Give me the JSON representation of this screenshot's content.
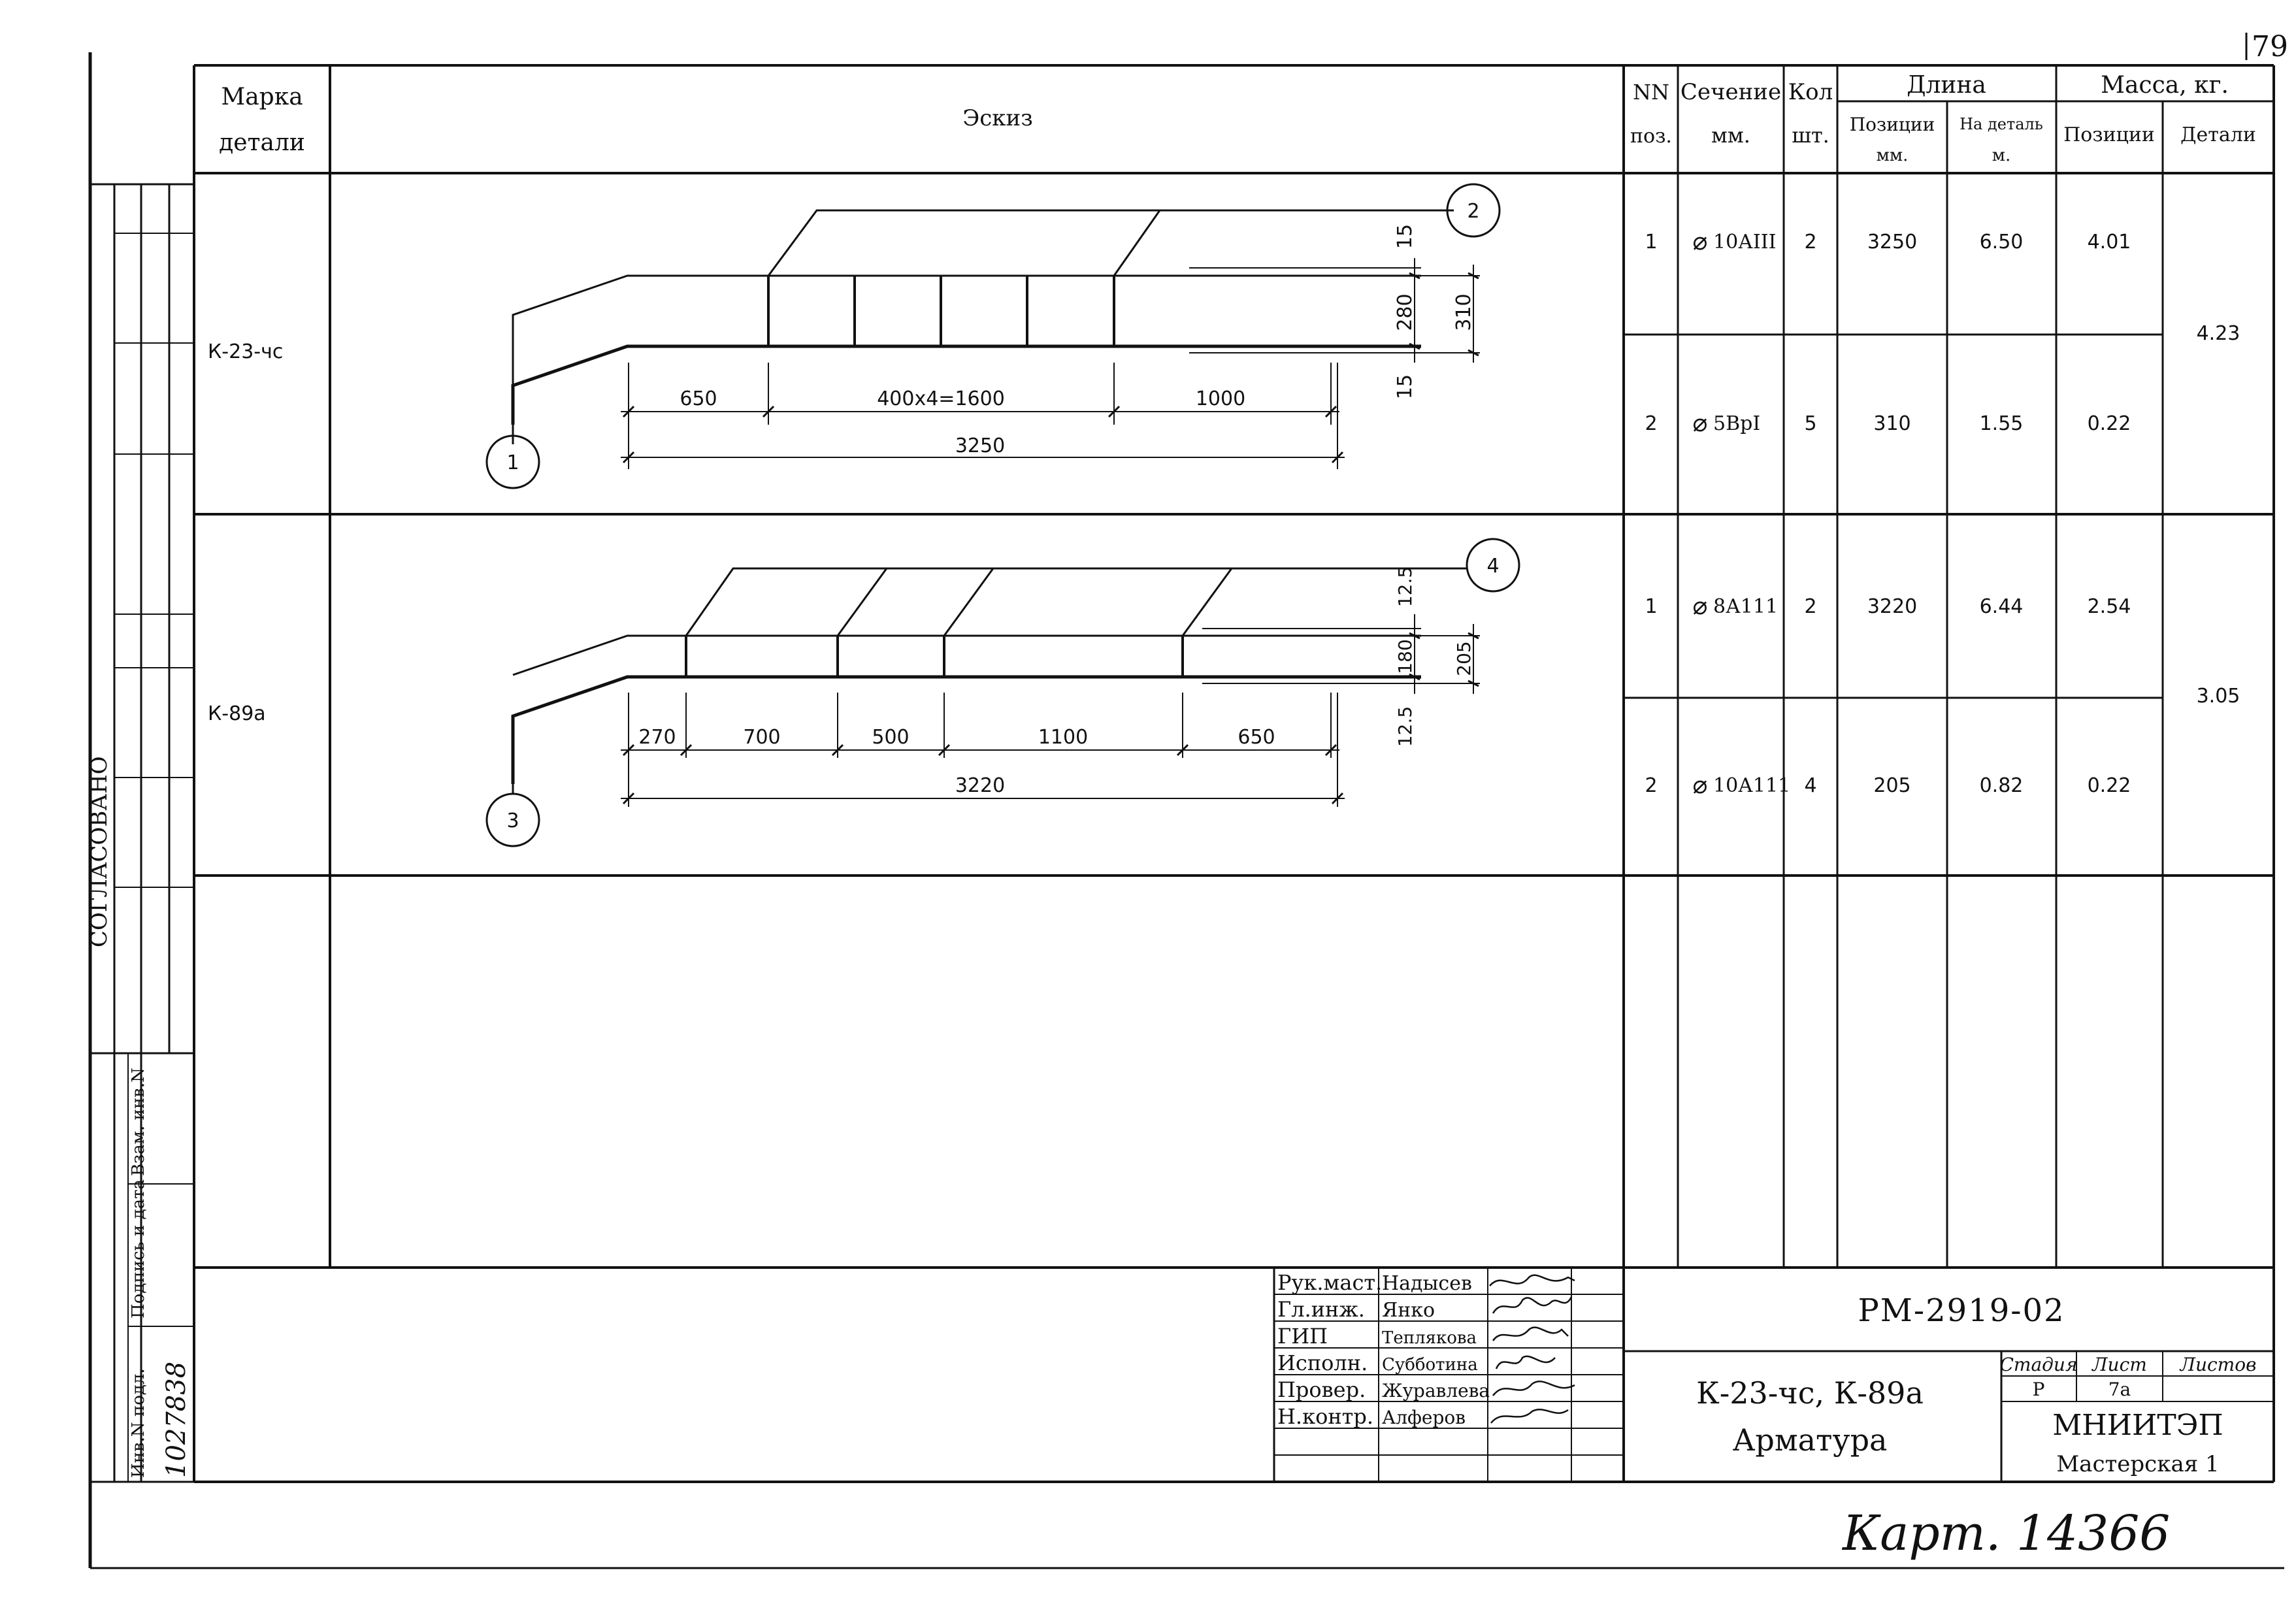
{
  "sheet_number": "79",
  "side_stamp": {
    "agreed": "СОГЛАСОВАНО",
    "replace_inv": "Взам. инв.N",
    "sign_date": "Подпись и дата",
    "inv_orig": "Инв.N подл.",
    "inv_number": "1027838"
  },
  "spec": {
    "headers": {
      "mark": [
        "Марка",
        "детали"
      ],
      "sketch": "Эскиз",
      "pos_no": [
        "NN",
        "поз."
      ],
      "section": [
        "Сечение",
        "мм."
      ],
      "qty": [
        "Кол",
        "шт."
      ],
      "length": "Длина",
      "length_pos": [
        "Позиции",
        "мм."
      ],
      "length_part": [
        "На деталь",
        "м."
      ],
      "mass": "Масса, кг.",
      "mass_pos": "Позиции",
      "mass_part": "Детали"
    },
    "details": [
      {
        "mark": "К-23-чс",
        "part_mass": "4.23",
        "rows": [
          {
            "pos": "1",
            "section": "10АIII",
            "qty": "2",
            "len_pos": "3250",
            "len_part": "6.50",
            "mass_pos": "4.01"
          },
          {
            "pos": "2",
            "section": "5ВрI",
            "qty": "5",
            "len_pos": "310",
            "len_part": "1.55",
            "mass_pos": "0.22"
          }
        ],
        "sketch": {
          "pos_markers": [
            "1",
            "2"
          ],
          "dims": [
            "650",
            "400x4=1600",
            "1000",
            "3250"
          ],
          "vdims": [
            "15",
            "280",
            "15",
            "310"
          ]
        }
      },
      {
        "mark": "К-89а",
        "part_mass": "3.05",
        "rows": [
          {
            "pos": "1",
            "section": "8А111",
            "qty": "2",
            "len_pos": "3220",
            "len_part": "6.44",
            "mass_pos": "2.54"
          },
          {
            "pos": "2",
            "section": "10А111",
            "qty": "4",
            "len_pos": "205",
            "len_part": "0.82",
            "mass_pos": "0.22"
          }
        ],
        "sketch": {
          "pos_markers": [
            "3",
            "4"
          ],
          "dims": [
            "270",
            "700",
            "500",
            "1100",
            "650",
            "3220"
          ],
          "vdims": [
            "12.5",
            "180",
            "12.5",
            "205"
          ]
        }
      }
    ]
  },
  "title_block": {
    "signatures": [
      {
        "role": "Рук.маст.",
        "name": "Надысев"
      },
      {
        "role": "Гл.инж.",
        "name": "Янко"
      },
      {
        "role": "ГИП",
        "name": "Теплякова"
      },
      {
        "role": "Исполн.",
        "name": "Субботина"
      },
      {
        "role": "Провер.",
        "name": "Журавлева"
      },
      {
        "role": "Н.контр.",
        "name": "Алферов"
      }
    ],
    "doc_code": "РМ-2919-02",
    "title_line1": "К-23-чс, К-89а",
    "title_line2": "Арматура",
    "stage_label": "Стадия",
    "sheet_label": "Лист",
    "sheets_label": "Листов",
    "stage_value": "Р",
    "sheet_value": "7а",
    "org_name": "МНИИТЭП",
    "org_dept": "Мастерская 1"
  },
  "handwritten_note": "Карт. 14366"
}
